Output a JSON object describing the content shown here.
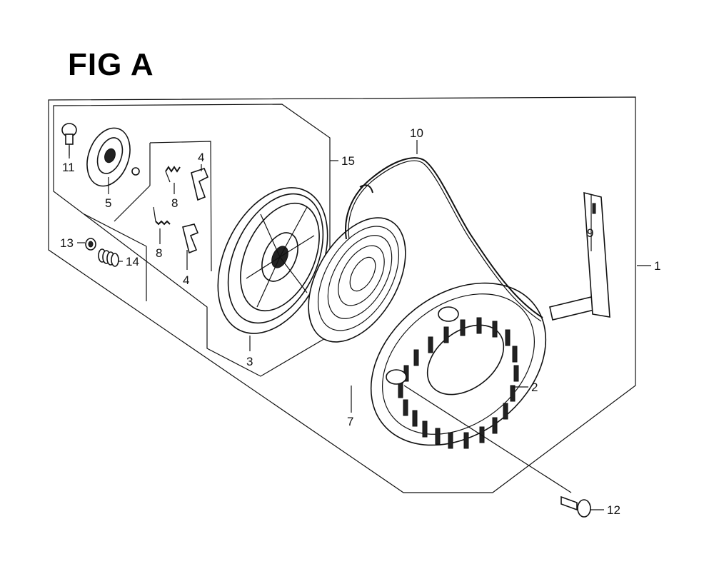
{
  "figure": {
    "title": "FIG A"
  },
  "callouts": {
    "c1": "1",
    "c2": "2",
    "c3": "3",
    "c4a": "4",
    "c4b": "4",
    "c5": "5",
    "c7": "7",
    "c8a": "8",
    "c8b": "8",
    "c9": "9",
    "c10": "10",
    "c11": "11",
    "c12": "12",
    "c13": "13",
    "c14": "14",
    "c15": "15"
  }
}
